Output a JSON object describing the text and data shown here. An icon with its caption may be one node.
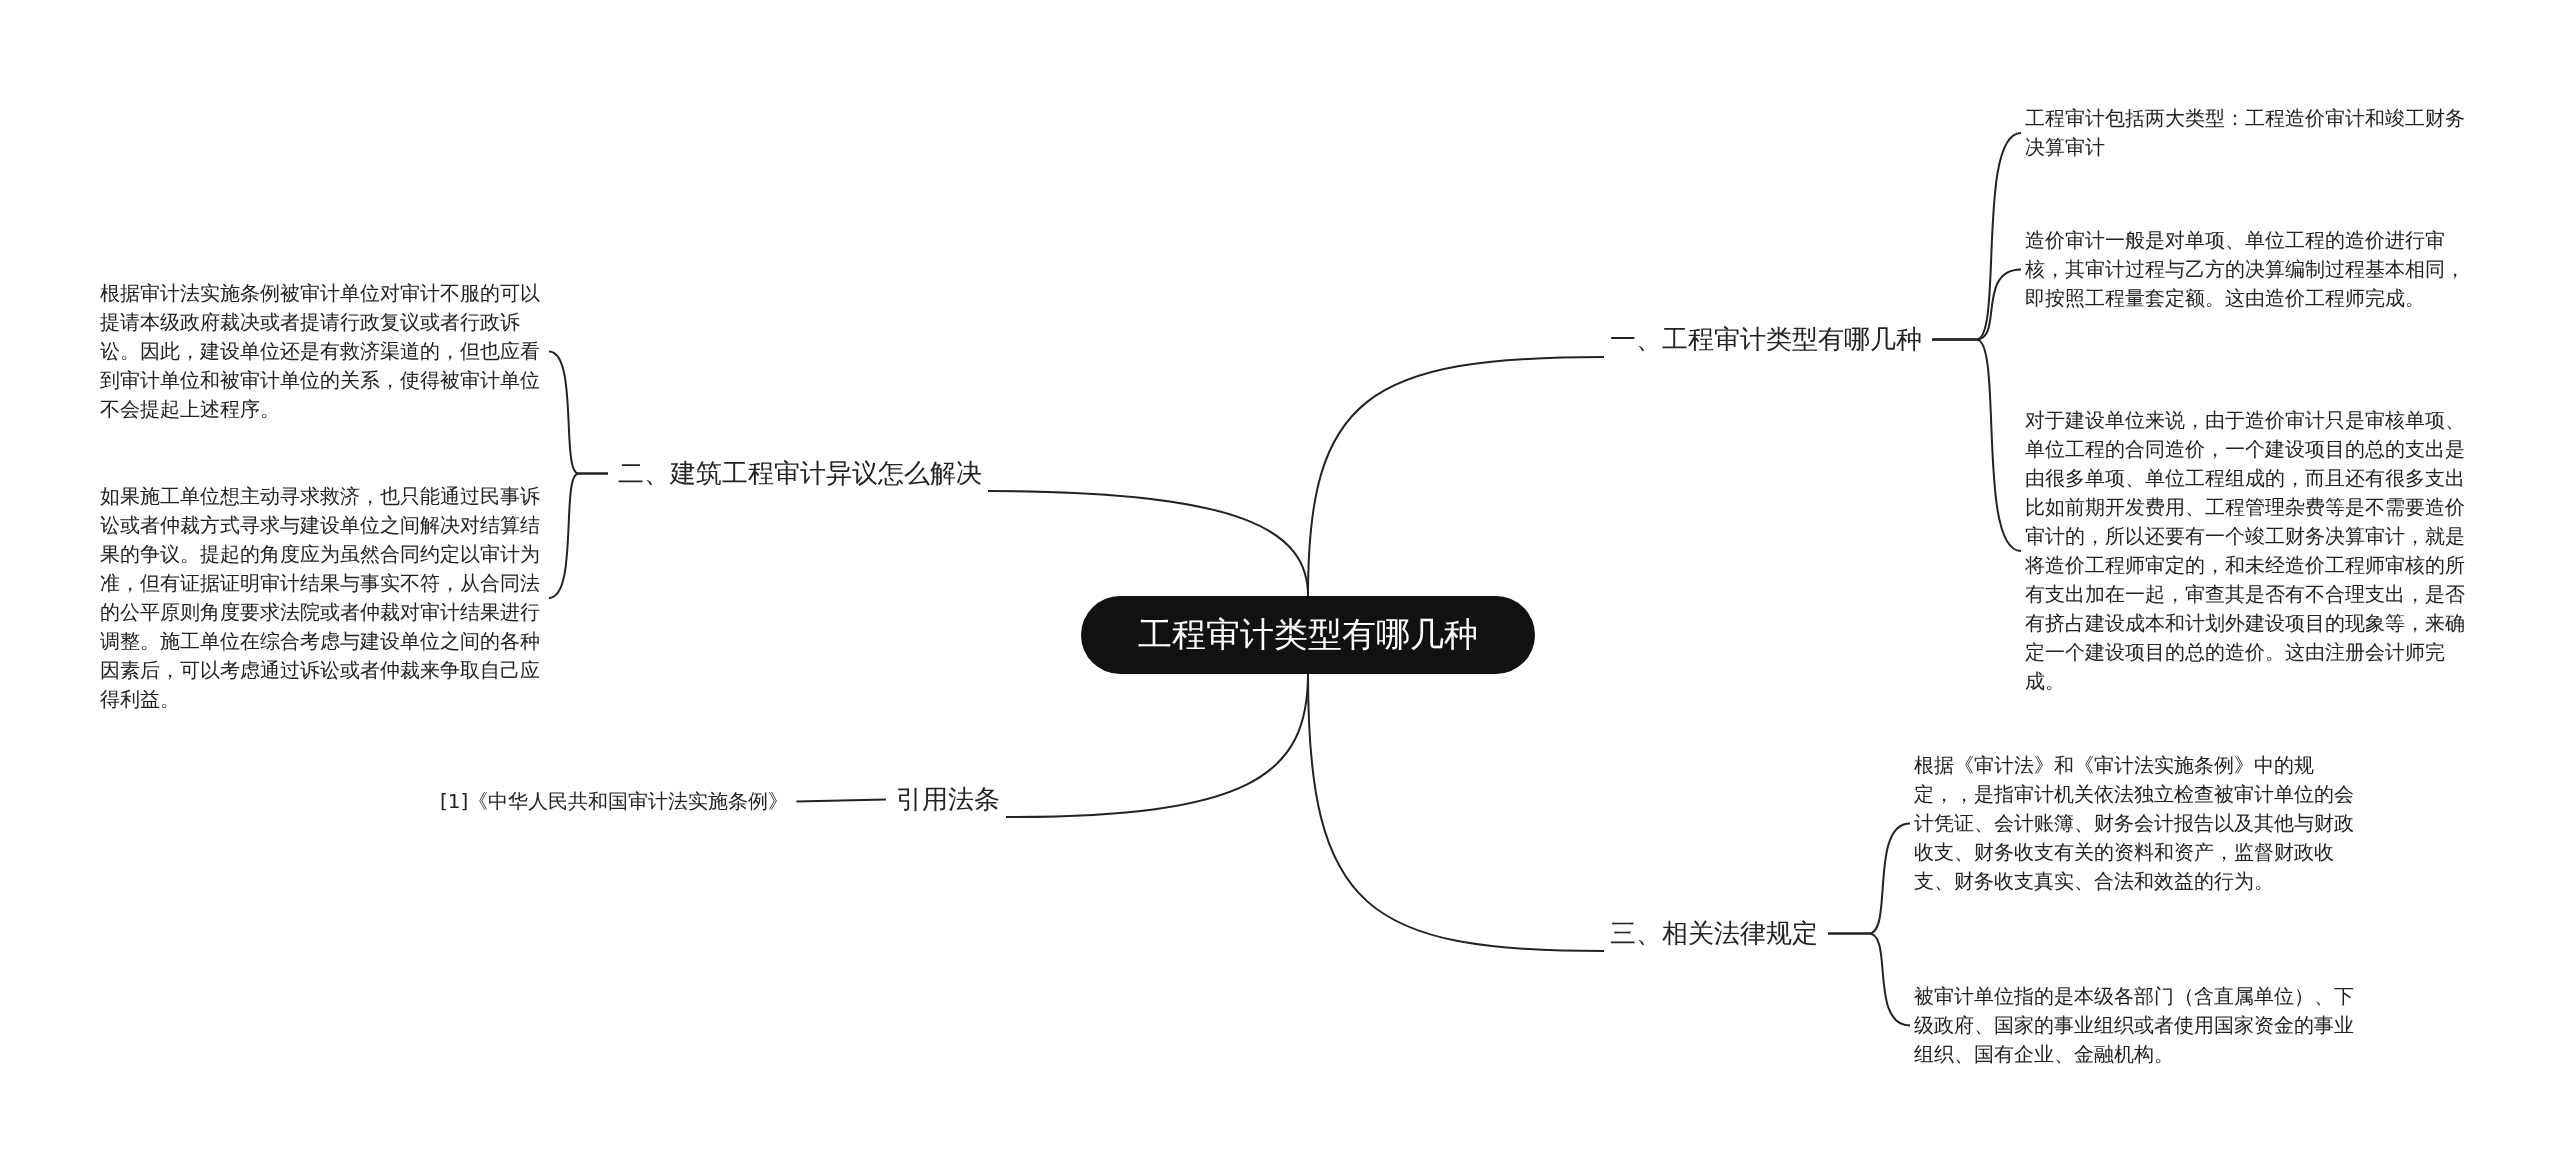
{
  "diagram": {
    "nodes": [
      {
        "text": [
          "工程审计类型有哪几种"
        ]
      },
      {
        "text": [
          "一、工程审计类型有哪几种"
        ]
      },
      {
        "text": [
          "工程审计包括两大类型：工程造价审计和竣工财务决算审计"
        ]
      },
      {
        "text": [
          "造价审计一般是对单项、单位工程的造价进行审核，其审计过程与乙方的决算编制过程基本相同，即按照工程量套定额。这由造价工程师完成。"
        ]
      },
      {
        "text": [
          "对于建设单位来说，由于造价审计只是审核单项、单位工程的合同造价，一个建设项目的总的支出是由很多单项、单位工程组成的，而且还有很多支出比如前期开发费用、工程管理杂费等是不需要造价审计的，所以还要有一个竣工财务决算审计，就是将造价工程师审定的，和未经造价工程师审核的所有支出加在一起，审查其是否有不合理支出，是否有挤占建设成本和计划外建设项目的现象等，来确定一个建设项目的总的造价。这由注册会计师完成。"
        ]
      },
      {
        "text": [
          "二、建筑工程审计异议怎么解决"
        ]
      },
      {
        "text": [
          "根据审计法实施条例被审计单位对审计不服的可以提请本级政府裁决或者提请行政复议或者行政诉讼。因此，建设单位还是有救济渠道的，但也应看到审计单位和被审计单位的关系，使得被审计单位不会提起上述程序。"
        ]
      },
      {
        "text": [
          "如果施工单位想主动寻求救济，也只能通过民事诉讼或者仲裁方式寻求与建设单位之间解决对结算结果的争议。提起的角度应为虽然合同约定以审计为准，但有证据证明审计结果与事实不符，从合同法的公平原则角度要求法院或者仲裁对审计结果进行调整。施工单位在综合考虑与建设单位之间的各种因素后，可以考虑通过诉讼或者仲裁来争取自己应得利益。"
        ]
      },
      {
        "text": [
          "引用法条"
        ]
      },
      {
        "text": [
          "[1]《中华人民共和国审计法实施条例》"
        ]
      },
      {
        "text": [
          "三、相关法律规定"
        ]
      },
      {
        "text": [
          "根据《审计法》和《审计法实施条例》中的规定，，是指审计机关依法独立检查被审计单位的会计凭证、会计账簿、财务会计报告以及其他与财政收支、财务收支有关的资料和资产，监督财政收支、财务收支真实、合法和效益的行为。"
        ]
      },
      {
        "text": [
          "被审计单位指的是本级各部门（含直属单位）、下级政府、国家的事业组织或者使用国家资金的事业组织、国有企业、金融机构。"
        ]
      }
    ],
    "edges": [
      {
        "from": 0,
        "to": 1,
        "arrow": "none"
      },
      {
        "from": 1,
        "to": 2,
        "arrow": "none"
      },
      {
        "from": 1,
        "to": 3,
        "arrow": "none"
      },
      {
        "from": 1,
        "to": 4,
        "arrow": "none"
      },
      {
        "from": 0,
        "to": 5,
        "arrow": "none"
      },
      {
        "from": 5,
        "to": 6,
        "arrow": "none"
      },
      {
        "from": 5,
        "to": 7,
        "arrow": "none"
      },
      {
        "from": 0,
        "to": 8,
        "arrow": "none"
      },
      {
        "from": 8,
        "to": 9,
        "arrow": "none"
      },
      {
        "from": 0,
        "to": 10,
        "arrow": "none"
      },
      {
        "from": 10,
        "to": 11,
        "arrow": "none"
      },
      {
        "from": 10,
        "to": 12,
        "arrow": "none"
      }
    ]
  }
}
